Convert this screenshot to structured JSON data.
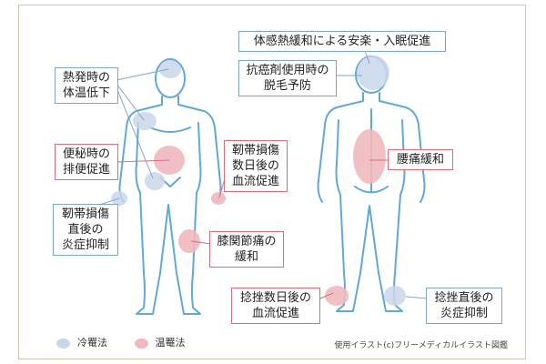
{
  "labels": {
    "fever": "熱発時の\n体温低下",
    "constipation": "便秘時の\n排便促進",
    "ligament_acute": "靭帯損傷\n直後の\n炎症抑制",
    "ligament_days": "靭帯損傷\n数日後の\n血流促進",
    "knee": "膝関節痛の\n緩和",
    "heat_relief": "体感熱緩和による安楽・入眠促進",
    "chemo": "抗癌剤使用時の\n脱毛予防",
    "lumbago": "腰痛緩和",
    "sprain_days": "捻挫数日後の\n血流促進",
    "sprain_acute": "捻挫直後の\n炎症抑制"
  },
  "legend": {
    "cold_label": "冷罨法",
    "warm_label": "温罨法"
  },
  "credit": "使用イラスト(c)フリーメディカルイラスト図鑑",
  "colors": {
    "cold": "#c9d6ea",
    "warm": "#efb9bf",
    "body_outline": "#5fa8d8",
    "cold_border": "#7fa6c9",
    "warm_border": "#d6707a",
    "frame": "#cfc7ad"
  }
}
